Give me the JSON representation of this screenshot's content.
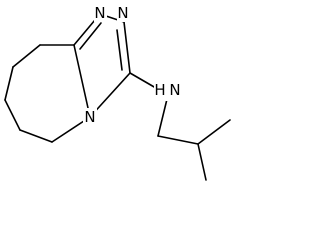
{
  "structure": {
    "atoms": {
      "n1": {
        "label": "N"
      },
      "n2": {
        "label": "N"
      },
      "n4": {
        "label": "N"
      },
      "nh": {
        "label": "N"
      },
      "h": {
        "label": "H"
      }
    },
    "bond_color": "#000000"
  }
}
